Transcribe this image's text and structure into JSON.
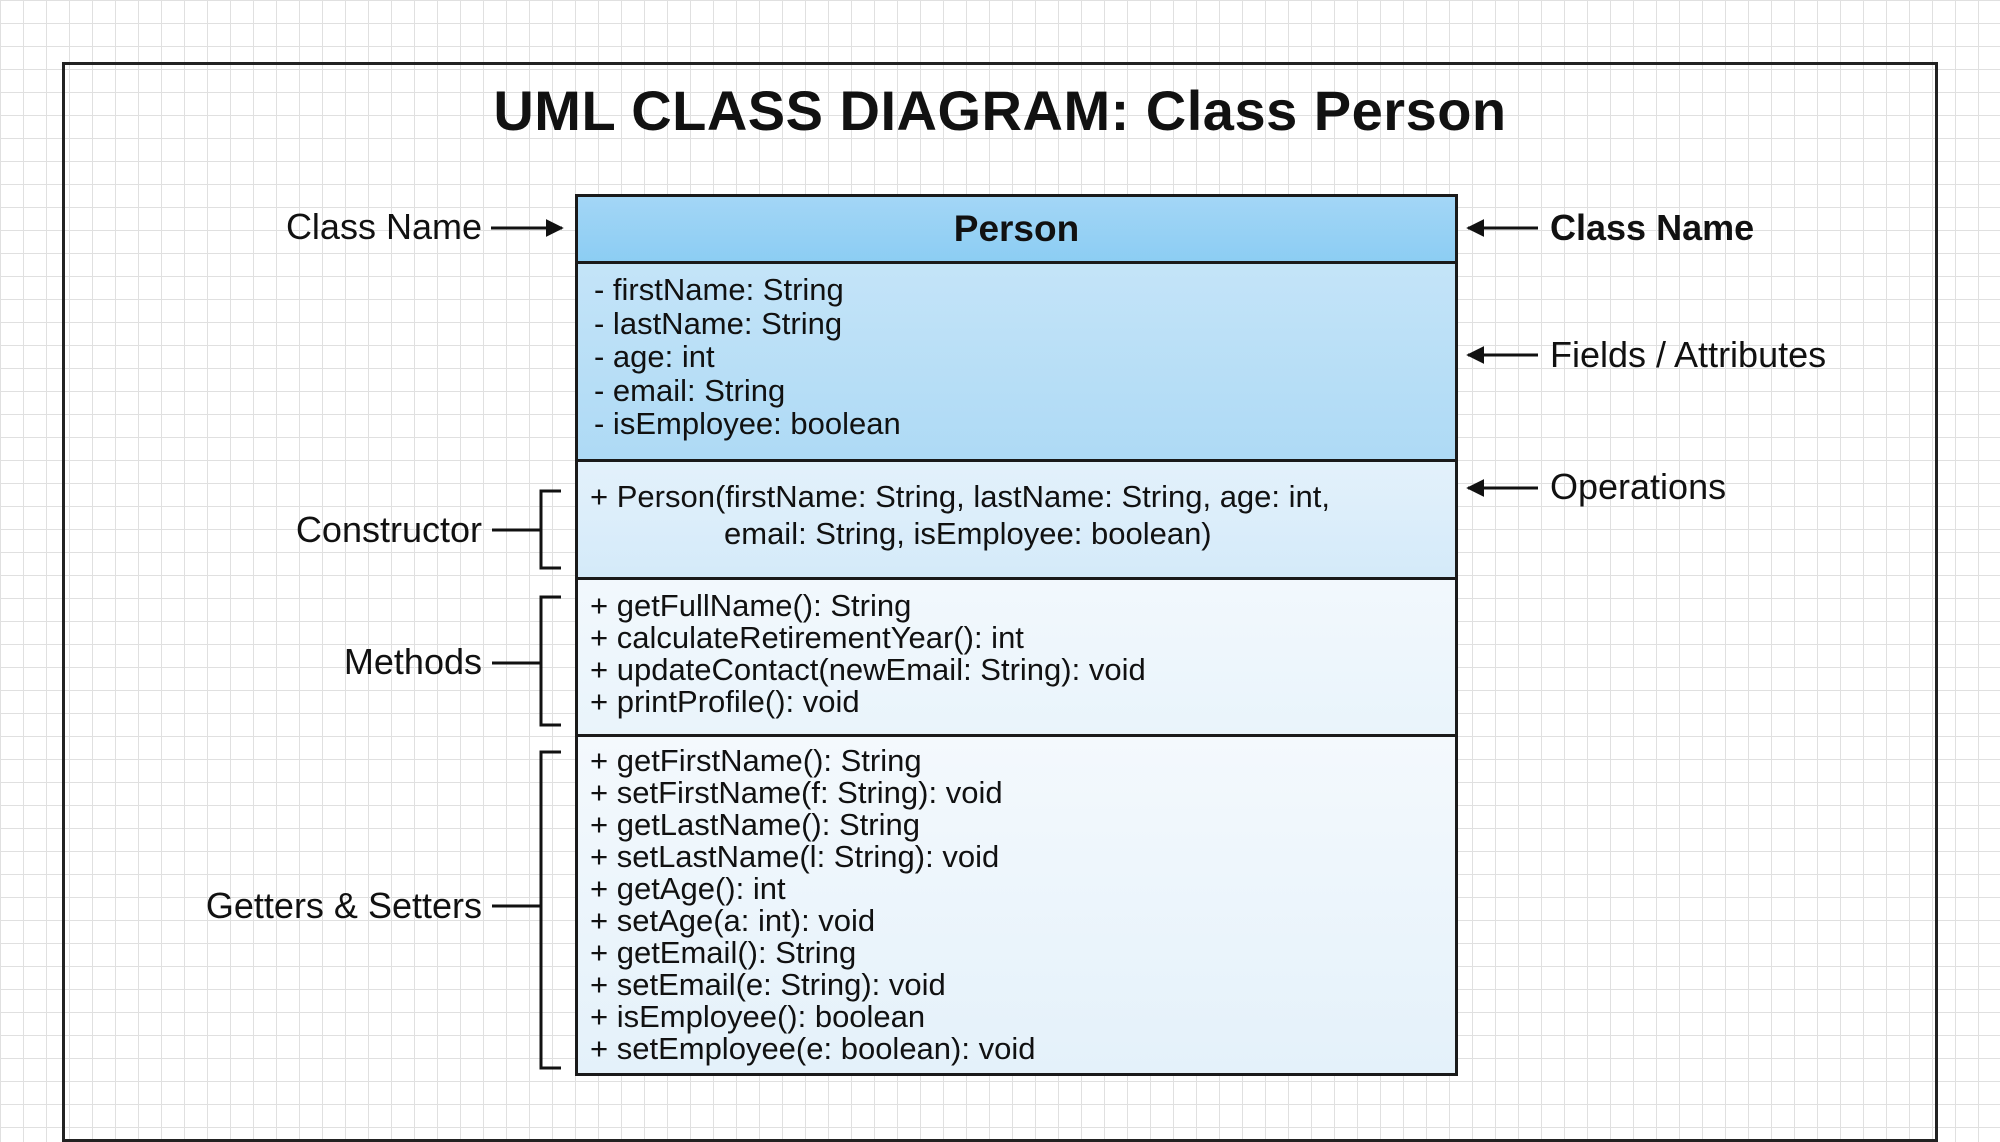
{
  "title": "UML CLASS DIAGRAM: Class Person",
  "class_box": {
    "name": "Person",
    "fields": [
      "- firstName: String",
      "- lastName: String",
      "- age: int",
      "- email: String",
      "- isEmployee: boolean"
    ],
    "constructor": [
      "+ Person(firstName: String, lastName: String, age: int,",
      "email: String, isEmployee: boolean)"
    ],
    "methods": [
      "+ getFullName(): String",
      "+ calculateRetirementYear(): int",
      "+ updateContact(newEmail: String): void",
      "+ printProfile(): void"
    ],
    "getters_setters": [
      "+ getFirstName(): String",
      "+ setFirstName(f: String): void",
      "+ getLastName(): String",
      "+ setLastName(l: String): void",
      "+ getAge(): int",
      "+ setAge(a: int): void",
      "+ getEmail(): String",
      "+ setEmail(e: String): void",
      "+ isEmployee(): boolean",
      "+ setEmployee(e: boolean): void"
    ]
  },
  "left_labels": {
    "class_name": "Class Name",
    "constructor": "Constructor",
    "methods": "Methods",
    "getters_setters": "Getters & Setters"
  },
  "right_labels": {
    "class_name": "Class Name",
    "fields": "Fields / Attributes",
    "operations": "Operations"
  },
  "colors": {
    "name_compartment": "#8ccdf3",
    "fields_compartment": "#b9dff6",
    "grid": "#e0e0e0"
  }
}
